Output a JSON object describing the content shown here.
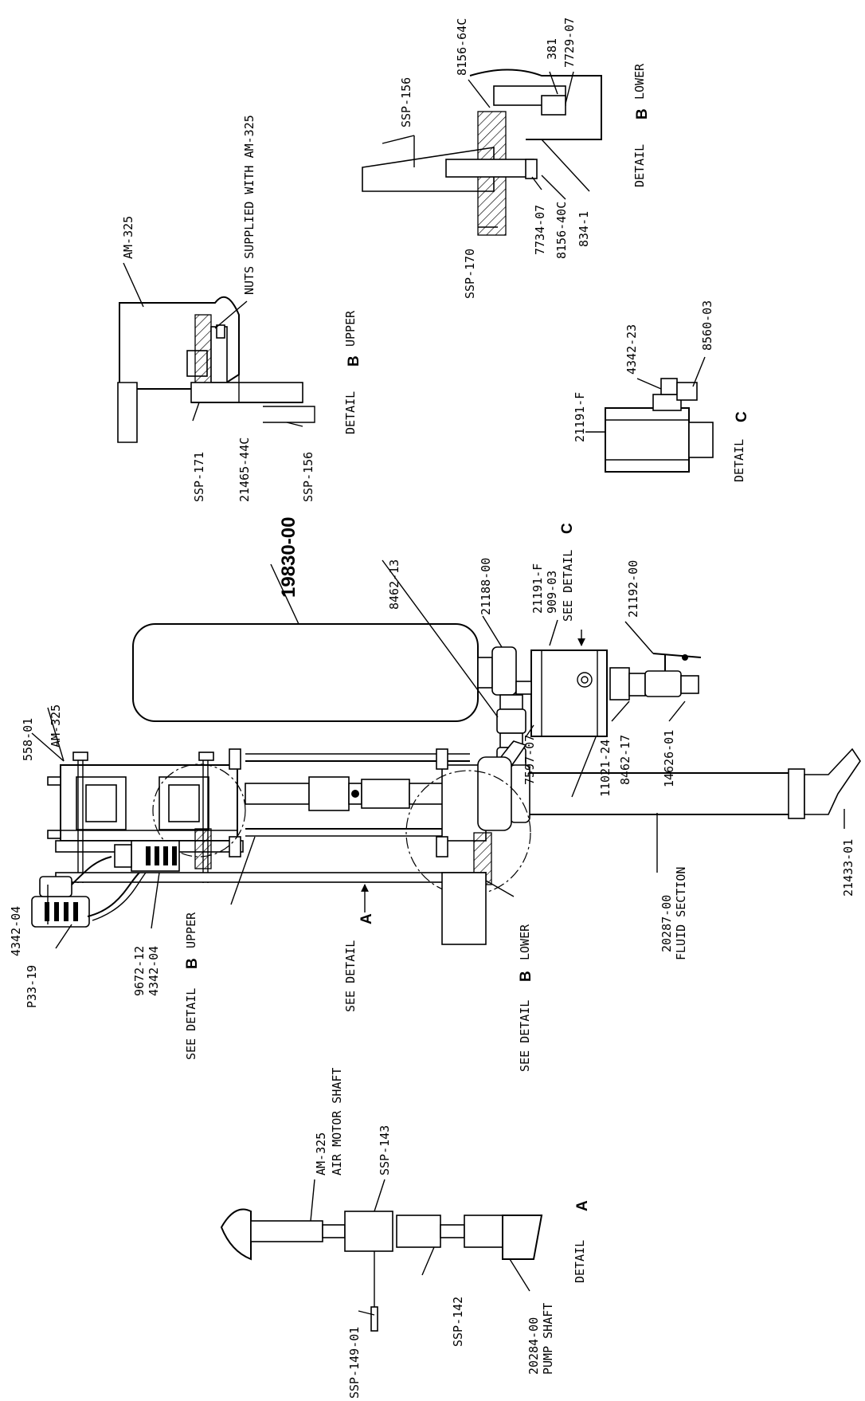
{
  "callouts": {
    "tank": "19830-00",
    "motor_top": "AM-325",
    "fitting_8462_13": "8462-13",
    "fitting_21188": "21188-00",
    "see_detail_c_1": "21191-F",
    "see_detail_c_2": "909-03",
    "see_detail_c_3": "SEE DETAIL",
    "see_detail_c_letter": "C",
    "valve_21192": "21192-00",
    "plate_558": "558-01",
    "fit_7597": "7597-07",
    "fit_11021": "11021-24",
    "fit_8462_17": "8462-17",
    "fit_14626": "14626-01",
    "fit_4342_04": "4342-04",
    "muffler": "P33-19",
    "tube_1": "9672-12",
    "tube_2": "4342-04",
    "see_b_upper_prefix": "SEE DETAIL",
    "see_b_upper_letter": "B",
    "see_b_upper_suffix": "UPPER",
    "see_a_prefix": "SEE DETAIL",
    "see_a_letter": "A",
    "see_b_lower_prefix": "SEE DETAIL",
    "see_b_lower_letter": "B",
    "see_b_lower_suffix": "LOWER",
    "fluid_1": "20287-00",
    "fluid_2": "FLUID SECTION",
    "elbow": "21433-01"
  },
  "detail_b_upper": {
    "am": "AM-325",
    "nuts": "NUTS SUPPLIED WITH AM-325",
    "ssp171": "SSP-171",
    "bolt": "21465-44C",
    "ssp156": "SSP-156",
    "title_prefix": "DETAIL",
    "title_letter": "B",
    "title_suffix": "UPPER"
  },
  "detail_b_lower": {
    "ssp156": "SSP-156",
    "bolt64": "8156-64C",
    "p381": "381",
    "p7729": "7729-07",
    "ssp170": "SSP-170",
    "p7734": "7734-07",
    "p8156_40": "8156-40C",
    "p834": "834-1",
    "title_prefix": "DETAIL",
    "title_letter": "B",
    "title_suffix": "LOWER"
  },
  "detail_c": {
    "p21191": "21191-F",
    "p4342_23": "4342-23",
    "p8560": "8560-03",
    "title_prefix": "DETAIL",
    "title_letter": "C"
  },
  "detail_a": {
    "am1": "AM-325",
    "am2": "AIR MOTOR SHAFT",
    "ssp143": "SSP-143",
    "ssp149": "SSP-149-01",
    "ssp142": "SSP-142",
    "pump1": "20284-00",
    "pump2": "PUMP SHAFT",
    "title_prefix": "DETAIL",
    "title_letter": "A"
  }
}
